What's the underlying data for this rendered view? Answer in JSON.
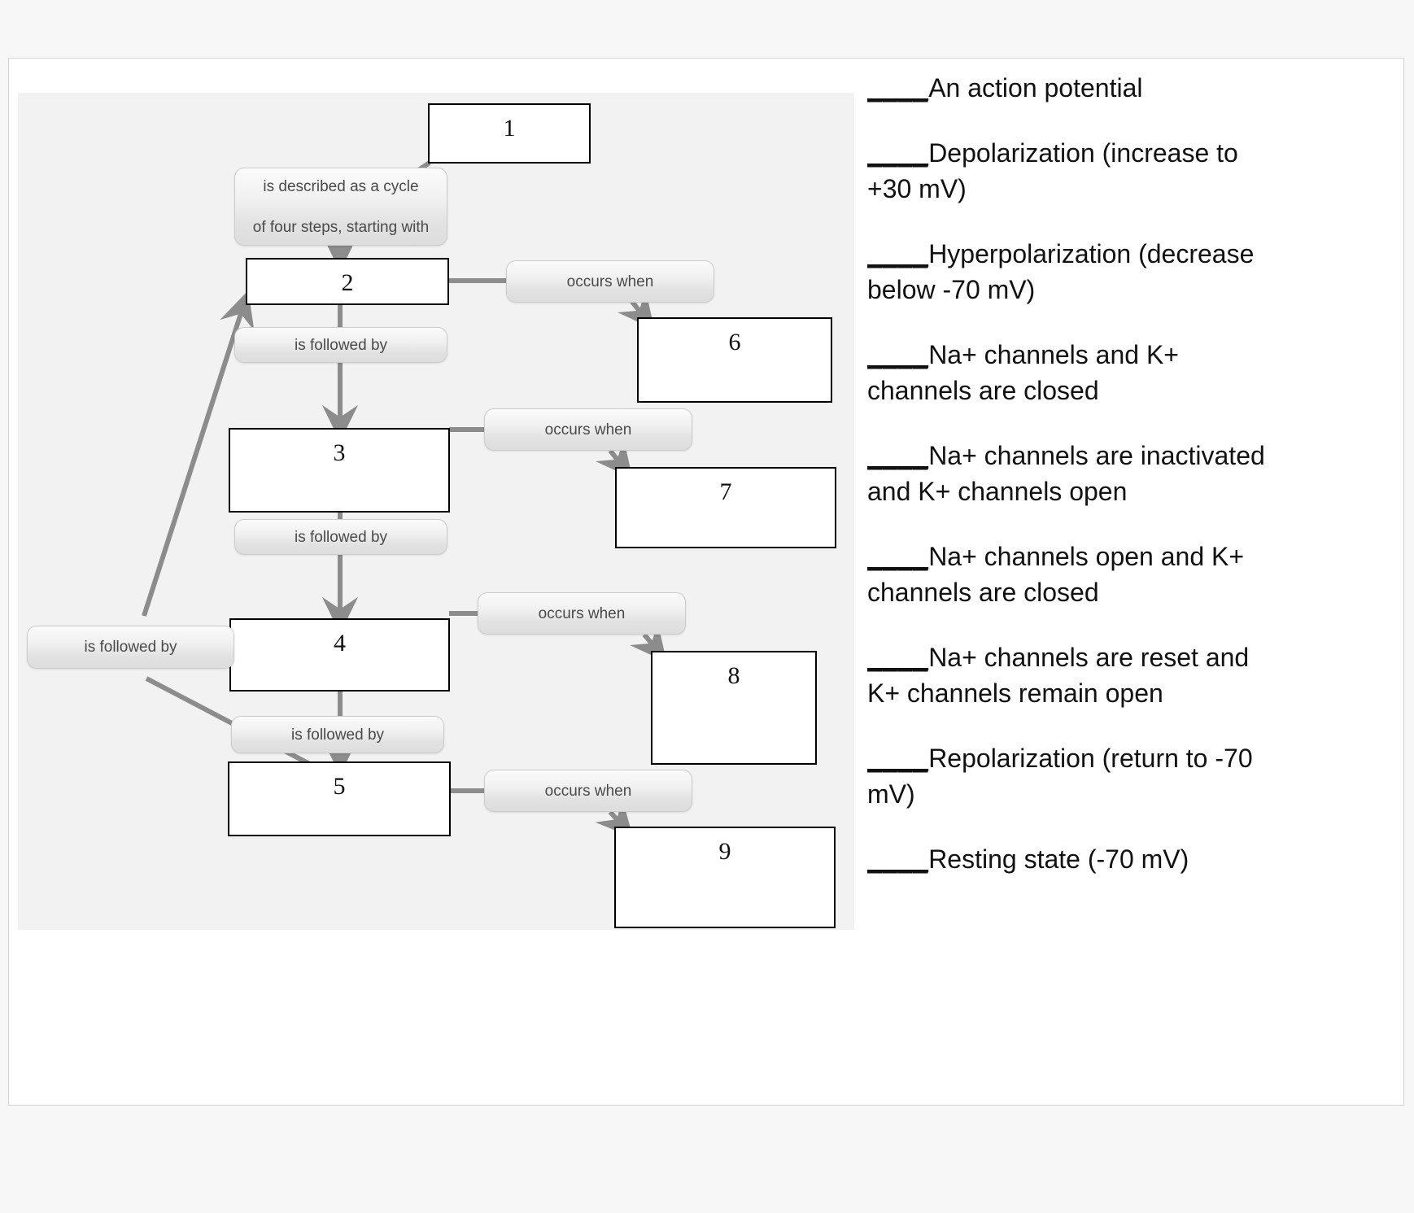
{
  "diagram": {
    "title": "Action potential concept map",
    "nodes": [
      {
        "id": "n1",
        "label": "1"
      },
      {
        "id": "n2",
        "label": "2"
      },
      {
        "id": "n3",
        "label": "3"
      },
      {
        "id": "n4",
        "label": "4"
      },
      {
        "id": "n5",
        "label": "5"
      },
      {
        "id": "n6",
        "label": "6"
      },
      {
        "id": "n7",
        "label": "7"
      },
      {
        "id": "n8",
        "label": "8"
      },
      {
        "id": "n9",
        "label": "9"
      }
    ],
    "relations": [
      {
        "id": "r1",
        "label": "is described as a cycle of four steps, starting with",
        "line1": "is described as a cycle",
        "line2": "of four steps, starting with"
      },
      {
        "id": "r2",
        "label": "occurs when"
      },
      {
        "id": "r3",
        "label": "is followed by"
      },
      {
        "id": "r4",
        "label": "occurs when"
      },
      {
        "id": "r5",
        "label": "is followed by"
      },
      {
        "id": "r6",
        "label": "is followed by"
      },
      {
        "id": "r7",
        "label": "occurs when"
      },
      {
        "id": "r8",
        "label": "is followed by"
      },
      {
        "id": "r9",
        "label": "occurs when"
      }
    ]
  },
  "answer_list": {
    "blank": "____",
    "items": [
      {
        "blank": "____",
        "text": "An action potential"
      },
      {
        "blank": "____",
        "text": "Depolarization (increase to +30 mV)"
      },
      {
        "blank": "____",
        "text": "Hyperpolarization (decrease below -70 mV)"
      },
      {
        "blank": "____",
        "text": "Na+ channels and K+ channels are closed"
      },
      {
        "blank": "____",
        "text": "Na+ channels are inactivated and K+ channels open"
      },
      {
        "blank": "____",
        "text": "Na+ channels open and K+ channels are closed"
      },
      {
        "blank": "____",
        "text": "Na+ channels are reset and K+ channels remain open"
      },
      {
        "blank": "____",
        "text": "Repolarization (return to -70 mV)"
      },
      {
        "blank": "____",
        "text": "Resting state (-70 mV)"
      }
    ]
  },
  "colors": {
    "page_background": "#f7f7f7",
    "card_background": "#ffffff",
    "canvas_background": "#f2f2f2",
    "node_border": "#000000",
    "connector": "#8c8c8c",
    "pill_text": "#4a4a4a",
    "list_text": "#111111"
  }
}
